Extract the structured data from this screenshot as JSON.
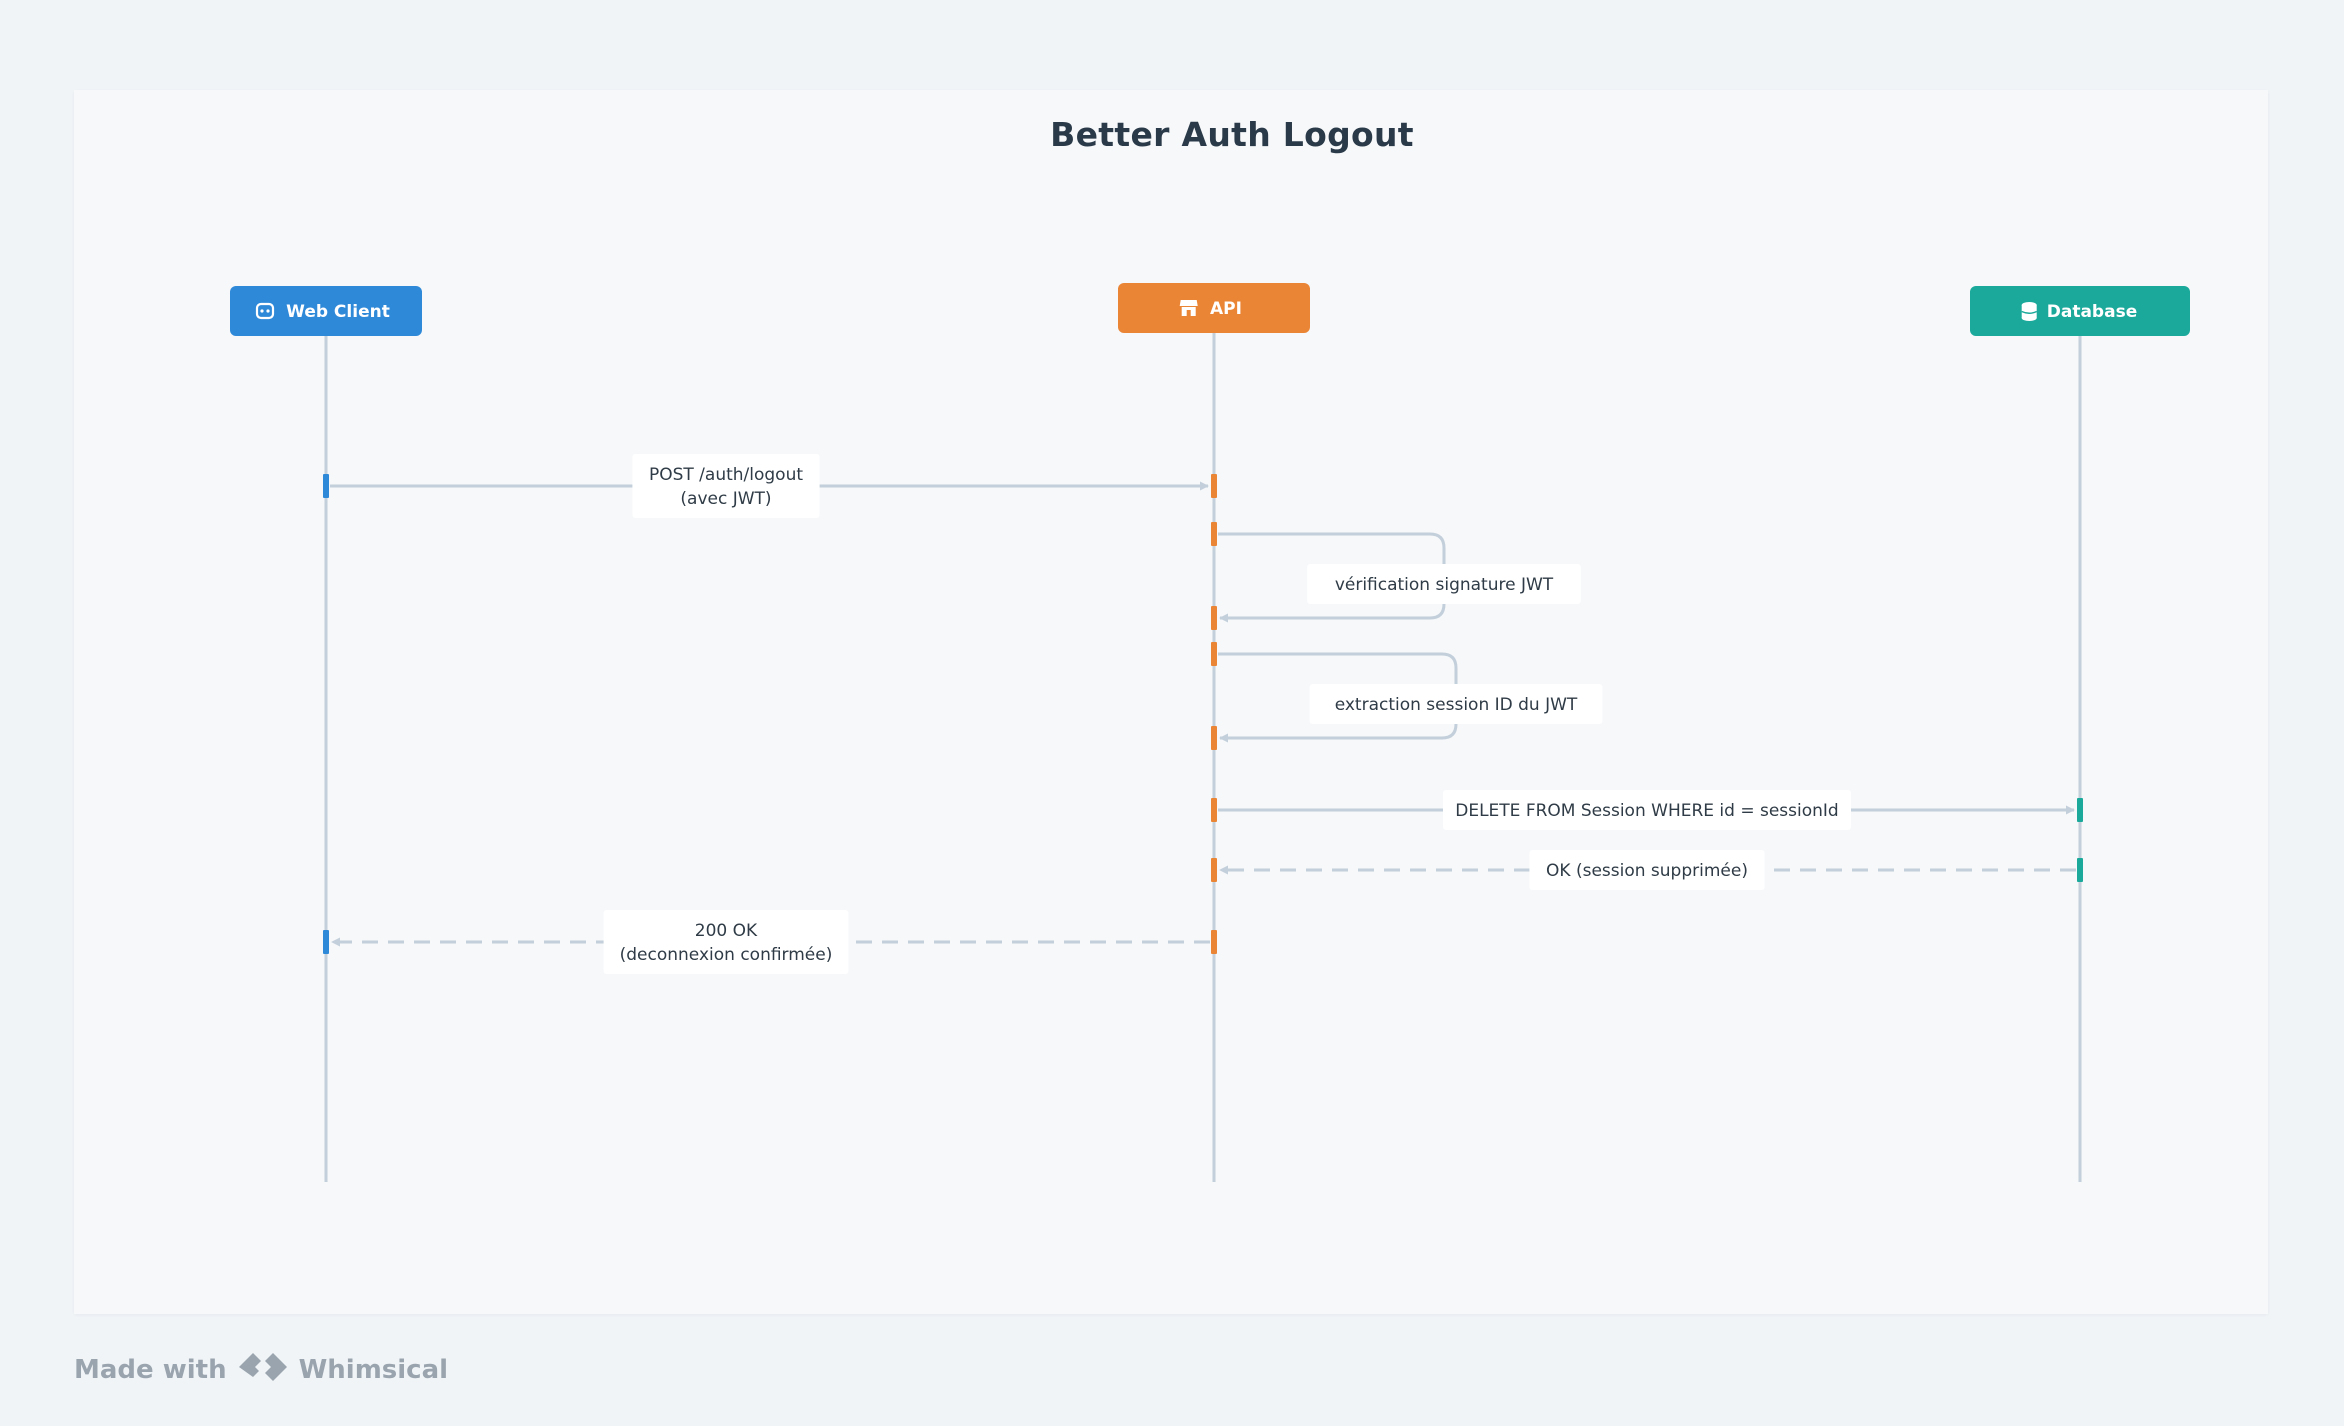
{
  "diagram": {
    "title": "Better Auth Logout",
    "actors": [
      {
        "id": "web",
        "name": "Web Client",
        "icon": "robot-icon",
        "color": "#2f89d9"
      },
      {
        "id": "api",
        "name": "API",
        "icon": "store-icon",
        "color": "#ea8536"
      },
      {
        "id": "db",
        "name": "Database",
        "icon": "database-icon",
        "color": "#1aa99a"
      }
    ],
    "messages": [
      {
        "from": "web",
        "to": "api",
        "lines": [
          "POST /auth/logout",
          "(avec JWT)"
        ],
        "style": "solid"
      },
      {
        "from": "api",
        "to": "api",
        "lines": [
          "vérification signature JWT"
        ],
        "style": "self"
      },
      {
        "from": "api",
        "to": "api",
        "lines": [
          "extraction session ID du JWT"
        ],
        "style": "self"
      },
      {
        "from": "api",
        "to": "db",
        "lines": [
          "DELETE FROM Session WHERE id = sessionId"
        ],
        "style": "solid"
      },
      {
        "from": "db",
        "to": "api",
        "lines": [
          "OK (session supprimée)"
        ],
        "style": "dashed"
      },
      {
        "from": "api",
        "to": "web",
        "lines": [
          "200 OK",
          "(deconnexion confirmée)"
        ],
        "style": "dashed"
      }
    ],
    "line_color": "#c3cfda"
  },
  "footer": {
    "made_with": "Made with",
    "brand": "Whimsical"
  }
}
